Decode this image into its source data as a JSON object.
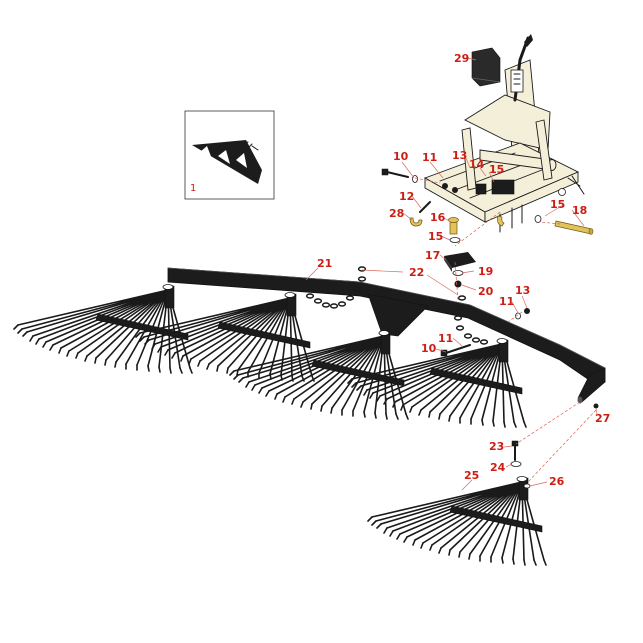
{
  "inset": {
    "label": "1"
  },
  "callouts": [
    {
      "id": "c29",
      "text": "29"
    },
    {
      "id": "c10a",
      "text": "10"
    },
    {
      "id": "c11a",
      "text": "11"
    },
    {
      "id": "c13a",
      "text": "13"
    },
    {
      "id": "c14",
      "text": "14"
    },
    {
      "id": "c15a",
      "text": "15"
    },
    {
      "id": "c12",
      "text": "12"
    },
    {
      "id": "c28",
      "text": "28"
    },
    {
      "id": "c16",
      "text": "16"
    },
    {
      "id": "c15b",
      "text": "15"
    },
    {
      "id": "c15c",
      "text": "15"
    },
    {
      "id": "c18",
      "text": "18"
    },
    {
      "id": "c17",
      "text": "17"
    },
    {
      "id": "c21",
      "text": "21"
    },
    {
      "id": "c22",
      "text": "22"
    },
    {
      "id": "c19",
      "text": "19"
    },
    {
      "id": "c20",
      "text": "20"
    },
    {
      "id": "c13b",
      "text": "13"
    },
    {
      "id": "c11b",
      "text": "11"
    },
    {
      "id": "c11c",
      "text": "11"
    },
    {
      "id": "c10b",
      "text": "10"
    },
    {
      "id": "c27",
      "text": "27"
    },
    {
      "id": "c23",
      "text": "23"
    },
    {
      "id": "c24",
      "text": "24"
    },
    {
      "id": "c25",
      "text": "25"
    },
    {
      "id": "c26",
      "text": "26"
    }
  ],
  "colors": {
    "callout": "#cc1e14",
    "frame": "#f4efd8",
    "rake_steel": "#1c1c1c",
    "pins": "#e2c35a"
  }
}
